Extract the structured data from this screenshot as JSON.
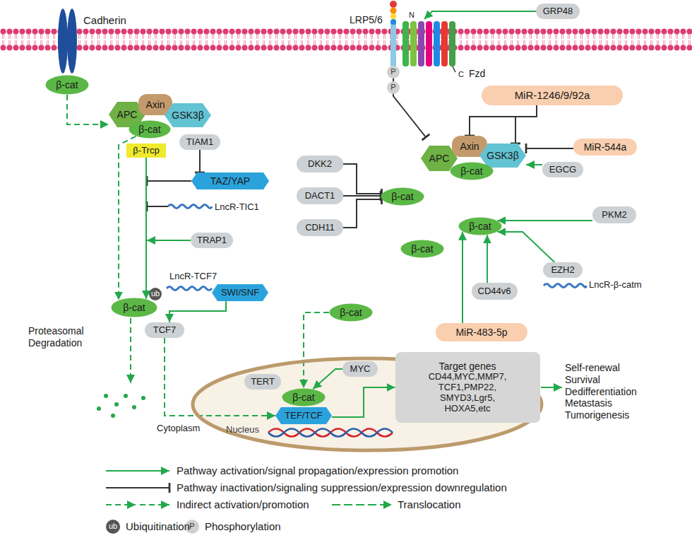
{
  "diagram": {
    "nodes": [
      {
        "text": [
          "β-cat"
        ]
      },
      {
        "text": [
          "APC"
        ]
      },
      {
        "text": [
          "Axin"
        ]
      },
      {
        "text": [
          "β-cat"
        ]
      },
      {
        "text": [
          "GSK3β"
        ]
      },
      {
        "text": [
          "β-Trcp"
        ]
      },
      {
        "text": [
          "TIAM1"
        ]
      },
      {
        "text": [
          "TAZ/YAP"
        ]
      },
      {
        "text": [
          "TRAP1"
        ]
      },
      {
        "text": [
          "β-cat"
        ]
      },
      {
        "text": [
          "SWI/SNF"
        ]
      },
      {
        "text": [
          "TCF7"
        ]
      },
      {
        "text": [
          "GRP48"
        ]
      },
      {
        "text": [
          "MiR-1246/9/92a"
        ]
      },
      {
        "text": [
          "APC"
        ]
      },
      {
        "text": [
          "Axin"
        ]
      },
      {
        "text": [
          "GSK3β"
        ]
      },
      {
        "text": [
          "β-cat"
        ]
      },
      {
        "text": [
          "MiR-544a"
        ]
      },
      {
        "text": [
          "EGCG"
        ]
      },
      {
        "text": [
          "DKK2"
        ]
      },
      {
        "text": [
          "DACT1"
        ]
      },
      {
        "text": [
          "CDH11"
        ]
      },
      {
        "text": [
          "β-cat"
        ]
      },
      {
        "text": [
          "β-cat"
        ]
      },
      {
        "text": [
          "PKM2"
        ]
      },
      {
        "text": [
          "β-cat"
        ]
      },
      {
        "text": [
          "EZH2"
        ]
      },
      {
        "text": [
          "CD44v6"
        ]
      },
      {
        "text": [
          "β-cat"
        ]
      },
      {
        "text": [
          "MiR-483-5p"
        ]
      },
      {
        "text": [
          "Nucleus"
        ]
      },
      {
        "text": [
          "TERT"
        ],
        "in": 31
      },
      {
        "text": [
          "MYC"
        ],
        "in": 31
      },
      {
        "text": [
          "β-cat"
        ],
        "in": 31
      },
      {
        "text": [
          "TEF/TCF"
        ],
        "in": 31
      },
      {
        "text": [
          "Target genes",
          "CD44,MYC,MMP7, TCF1,PMP22, SMYD3,Lgr5, HOXA5,etc"
        ],
        "in": 31
      }
    ],
    "edges": [
      {
        "from": 0,
        "to": 1,
        "arrow": "to"
      },
      {
        "from": 3,
        "to": 9,
        "arrow": "to"
      },
      {
        "from": 5,
        "to": 9,
        "arrow": "to"
      },
      {
        "from": 6,
        "to": 7,
        "arrow": "to"
      },
      {
        "from": 10,
        "to": 11,
        "arrow": "to"
      },
      {
        "from": 11,
        "to": 35,
        "arrow": "to"
      },
      {
        "from": 13,
        "to": 15,
        "arrow": "to"
      },
      {
        "from": 13,
        "to": 16,
        "arrow": "to"
      },
      {
        "from": 18,
        "to": 16,
        "arrow": "to"
      },
      {
        "from": 19,
        "to": 16,
        "arrow": "to"
      },
      {
        "from": 20,
        "to": 23,
        "arrow": "to"
      },
      {
        "from": 21,
        "to": 23,
        "arrow": "to"
      },
      {
        "from": 22,
        "to": 23,
        "arrow": "to"
      },
      {
        "from": 25,
        "to": 24,
        "arrow": "to"
      },
      {
        "from": 27,
        "to": 24,
        "arrow": "to"
      },
      {
        "from": 28,
        "to": 24,
        "arrow": "to"
      },
      {
        "from": 30,
        "to": 24,
        "arrow": "to"
      },
      {
        "from": 29,
        "to": 34,
        "arrow": "to"
      },
      {
        "from": 33,
        "to": 34,
        "arrow": "to"
      },
      {
        "from": 35,
        "to": 36,
        "arrow": "to"
      }
    ],
    "labels": [
      "Cadherin",
      "LRP5/6",
      "N",
      "Fzd",
      "C",
      "P",
      "P",
      "ub",
      "LncR-TIC1",
      "LncR-TCF7",
      "Proteasomal Degradation",
      "LncR-β-catm",
      "Cytoplasm",
      "Self-renewal Survival Dedifferentiation Metastasis Tumorigenesis",
      "ub",
      "P"
    ],
    "legend": [
      {
        "text": "Pathway activation/signal propagation/expression promotion"
      },
      {
        "text": "Pathway inactivation/signaling suppression/expression downregulation"
      },
      {
        "text": "Indirect activation/promotion"
      },
      {
        "text": "Translocation"
      },
      {
        "text": "Ubiquitination",
        "color": "#555555"
      },
      {
        "text": "Phosphorylation",
        "color": "#d0d0d0"
      }
    ]
  }
}
